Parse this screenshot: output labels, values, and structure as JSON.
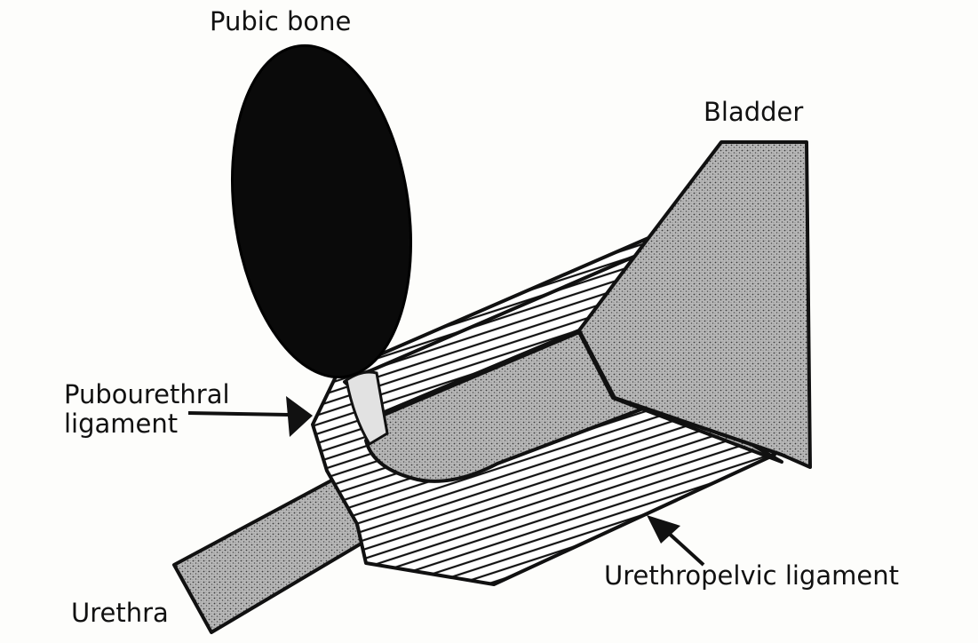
{
  "labels": {
    "pubic_bone": "Pubic bone",
    "bladder": "Bladder",
    "pubourethral_line1": "Pubourethral",
    "pubourethral_line2": "ligament",
    "urethropelvic": "Urethropelvic ligament",
    "urethra": "Urethra"
  },
  "colors": {
    "ink": "#111111",
    "stipple": "#9a9a9a",
    "hatch_bg": "#ffffff",
    "highlight": "#e2e2e2"
  }
}
